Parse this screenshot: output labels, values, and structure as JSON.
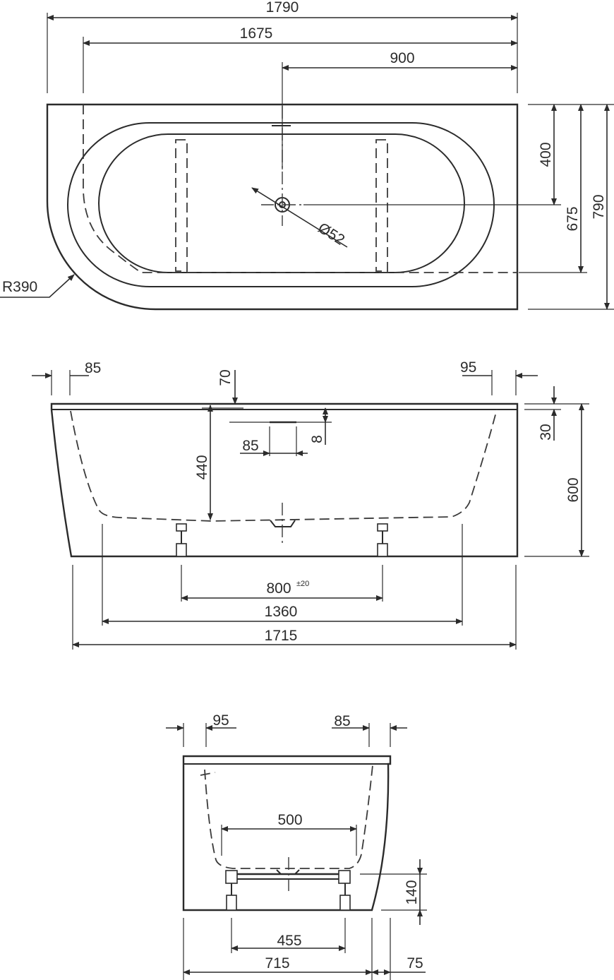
{
  "plan_view": {
    "dim_overall_length": "1790",
    "dim_inner_length": "1675",
    "dim_drain_offset": "900",
    "dim_drain_to_back": "400",
    "dim_inner_width": "675",
    "dim_overall_width": "790",
    "dim_drain_diameter": "Ø52",
    "dim_corner_radius": "R390"
  },
  "side_view": {
    "dim_left_rim": "85",
    "dim_right_rim": "95",
    "dim_overflow_offset": "70",
    "dim_overflow_width": "85",
    "dim_overflow_height": "8",
    "dim_inner_depth": "440",
    "dim_rim_thickness": "30",
    "dim_overall_height": "600",
    "dim_feet_spacing": "800",
    "dim_feet_tolerance": "±20",
    "dim_bottom_length": "1360",
    "dim_base_length": "1715"
  },
  "end_view": {
    "dim_left_rim": "95",
    "dim_right_rim": "85",
    "dim_inner_bottom_width": "500",
    "dim_feet_height": "140",
    "dim_feet_spacing": "455",
    "dim_base_width": "715",
    "dim_skirt_offset": "75"
  }
}
